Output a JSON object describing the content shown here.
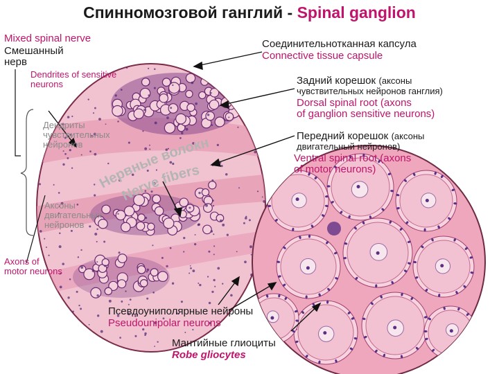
{
  "title": {
    "ru": "Спинномозговой ганглий - ",
    "en": "Spinal ganglion"
  },
  "labels": {
    "mixed_nerve_en": "Mixed spinal nerve",
    "mixed_nerve_ru": "Смешанный\nнерв",
    "dendrites_en": "Dendrites of sensitive\nneurons",
    "dendrites_ru": "Дендриты\nчувствительных\nнейронов",
    "nerve_fibers_ru": "Нервные волокна",
    "nerve_fibers_en": "Nerve fibers",
    "motor_axons_ru": "Аксоны\nдвигательных\nнейронов",
    "motor_axons_en": "Axons of\nmotor neurons",
    "capsule_ru": "Соединительнотканная капсула",
    "capsule_en": "Connective tissue capsule",
    "dorsal_root_ru_main": "Задний корешок",
    "dorsal_root_ru_sub1": "(аксоны",
    "dorsal_root_ru_sub2": "чувствительных нейронов ганглия)",
    "dorsal_root_en": "Dorsal spinal root (axons\nof ganglion sensitive neurons)",
    "ventral_root_ru_main": "Передний корешок",
    "ventral_root_ru_sub1": "(аксоны",
    "ventral_root_ru_sub2": "двигательный нейронов)",
    "ventral_root_en": "Ventral spinal root (axons\nof motor neurons)",
    "pseudo_ru": "Псевдоуниполярные нейроны",
    "pseudo_en": "Pseudounipolar neurons",
    "mantle_ru": "Мантийные глиоциты",
    "mantle_en": "Robe gliocytes"
  },
  "colors": {
    "title_accent": "#c0146c",
    "label_dark": "#1a1a1a",
    "label_pink": "#c0146c",
    "tissue_pink": "#e8a3b8",
    "tissue_light": "#f4cbd8",
    "nucleus_purple": "#5b2f86"
  }
}
